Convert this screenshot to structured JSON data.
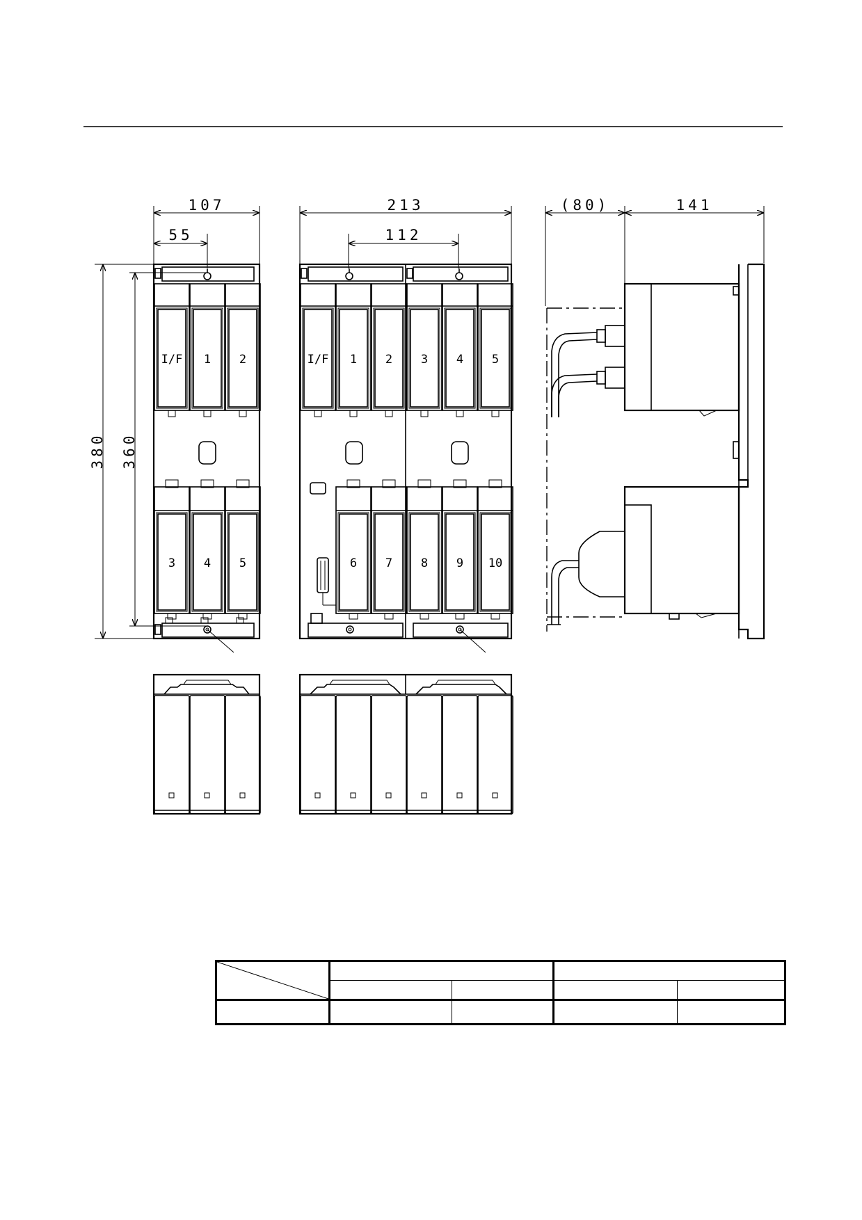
{
  "dimensions": {
    "narrow_width": "107",
    "narrow_pitch": "55",
    "wide_width": "213",
    "wide_pitch": "112",
    "side_depth_cable": "(80)",
    "side_depth_body": "141",
    "height_overall": "380",
    "height_mounting": "360"
  },
  "narrow_unit": {
    "top_modules": [
      "I/F",
      "1",
      "2"
    ],
    "bottom_modules": [
      "3",
      "4",
      "5"
    ]
  },
  "wide_unit": {
    "top_modules": [
      "I/F",
      "1",
      "2",
      "3",
      "4",
      "5"
    ],
    "bottom_modules": [
      "6",
      "7",
      "8",
      "9",
      "10"
    ]
  },
  "table": {
    "group_headers": [
      "",
      ""
    ],
    "sub_headers": [
      "",
      "",
      "",
      ""
    ],
    "row_label": "",
    "row_values": [
      "",
      "",
      "",
      ""
    ]
  }
}
